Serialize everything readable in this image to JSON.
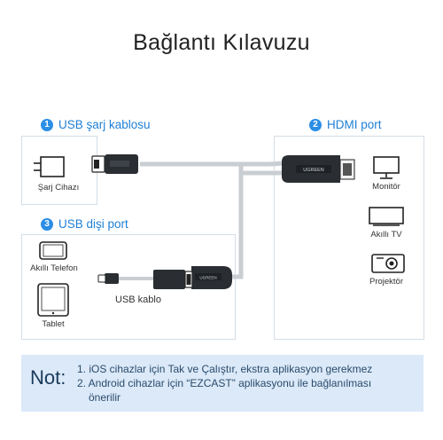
{
  "title": "Bağlantı Kılavuzu",
  "sections": {
    "usb_charge": {
      "number": "1",
      "label": "USB şarj kablosu"
    },
    "hdmi": {
      "number": "2",
      "label": "HDMI port"
    },
    "usb_female": {
      "number": "3",
      "label": "USB dişi port"
    }
  },
  "devices": {
    "charger": "Şarj Cihazı",
    "monitor": "Monitör",
    "smart_tv": "Akıllı TV",
    "projector": "Projektör",
    "smartphone": "Akıllı Telefon",
    "tablet": "Tablet",
    "usb_cable": "USB kablo"
  },
  "brand": "UGREEN",
  "note": {
    "label": "Not:",
    "lines": [
      "1. iOS cihazlar için Tak ve Çalıştır, ekstra aplikasyon gerekmez",
      "2. Android cihazlar için “EZCAST” aplikasyonu ile bağlanılması",
      "önerilir"
    ]
  }
}
